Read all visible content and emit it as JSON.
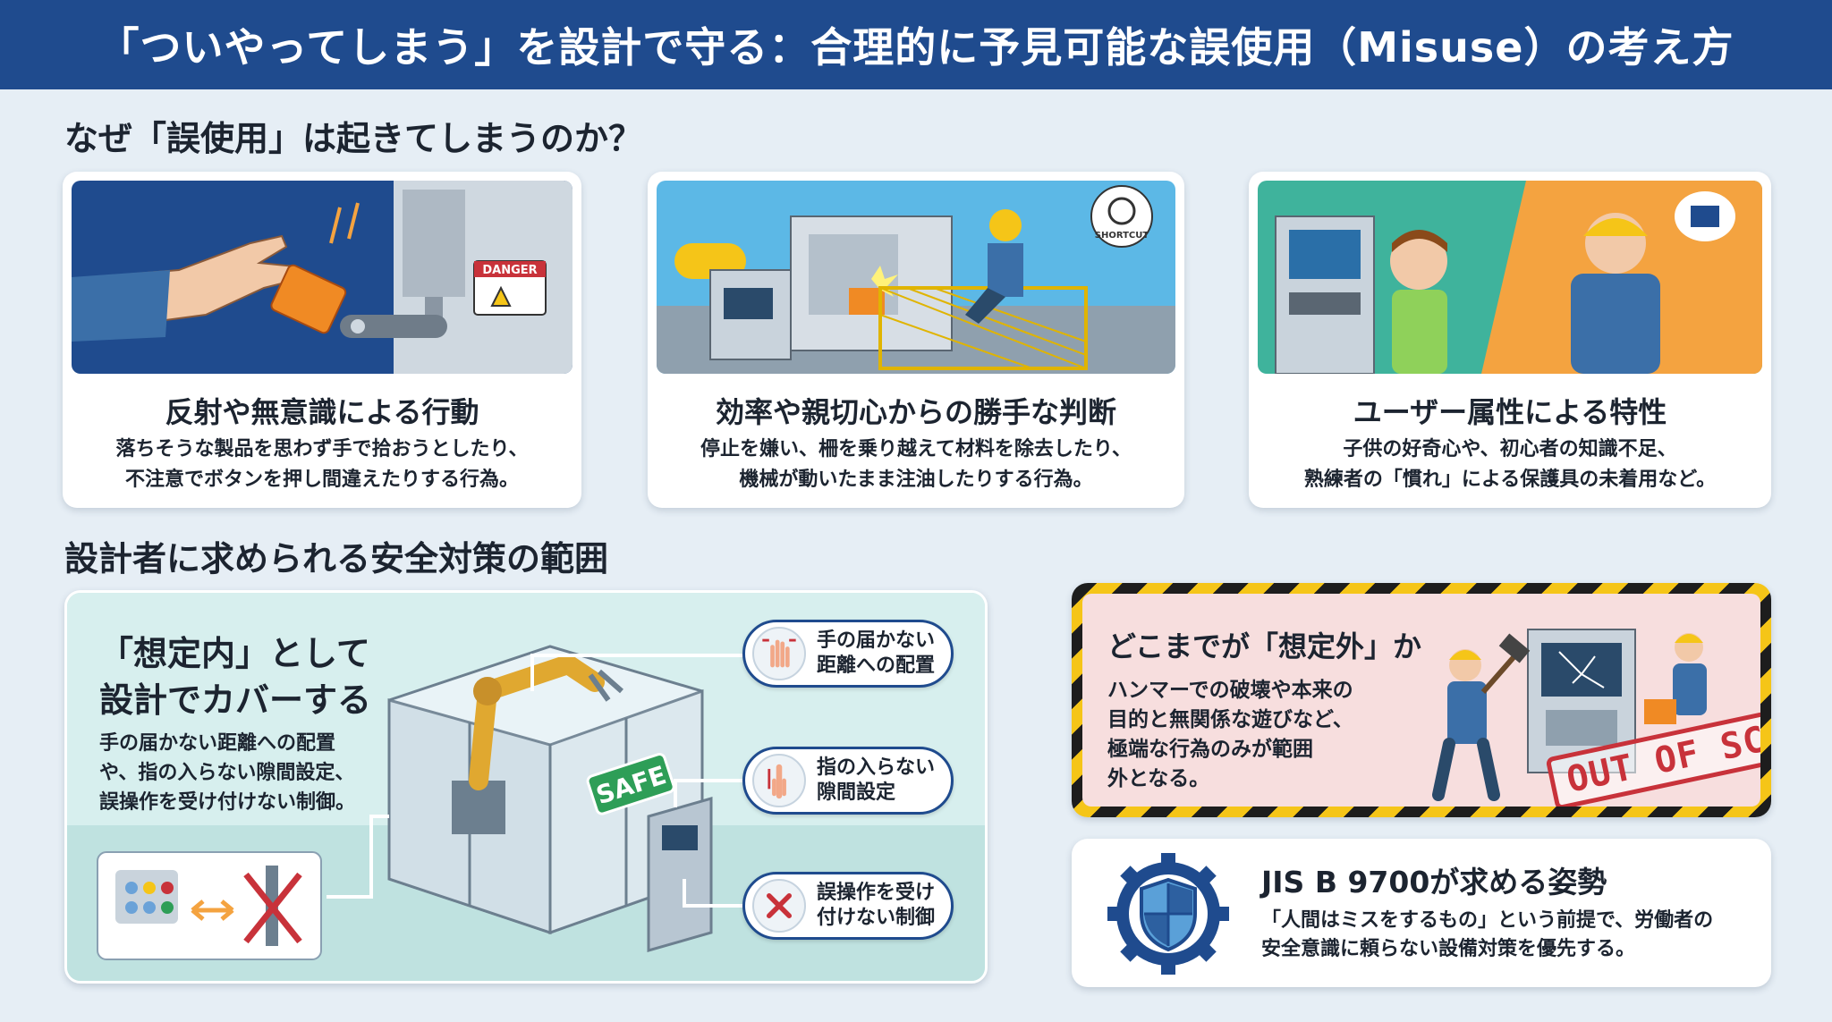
{
  "header": {
    "title": "「ついやってしまう」を設計で守る：合理的に予見可能な誤使用（Misuse）の考え方"
  },
  "section1": {
    "title": "なぜ「誤使用」は起きてしまうのか？"
  },
  "cards": [
    {
      "title": "反射や無意識による行動",
      "desc": [
        "落ちそうな製品を思わず手で拾おうとしたり、",
        "不注意でボタンを押し間違えたりする行為。"
      ],
      "art_label": "DANGER"
    },
    {
      "title": "効率や親切心からの勝手な判断",
      "desc": [
        "停止を嫌い、柵を乗り越えて材料を除去したり、",
        "機械が動いたまま注油したりする行為。"
      ],
      "art_label": "SHORTCUT"
    },
    {
      "title": "ユーザー属性による特性",
      "desc": [
        "子供の好奇心や、初心者の知識不足、",
        "熟練者の「慣れ」による保護具の未着用など。"
      ]
    }
  ],
  "section2": {
    "title": "設計者に求められる安全対策の範囲"
  },
  "cover": {
    "title": [
      "「想定内」として",
      "設計でカバーする"
    ],
    "desc": [
      "手の届かない距離への配置",
      "や、指の入らない隙間設定、",
      "誤操作を受け付けない制御。"
    ],
    "safe_label": "SAFE",
    "pills": [
      {
        "lines": [
          "手の届かない",
          "距離への配置"
        ]
      },
      {
        "lines": [
          "指の入らない",
          "隙間設定"
        ]
      },
      {
        "lines": [
          "誤操作を受け",
          "付けない制御"
        ]
      }
    ]
  },
  "scope": {
    "title": "どこまでが「想定外」か",
    "desc": [
      "ハンマーでの破壊や本来の",
      "目的と無関係な遊びなど、",
      "極端な行為のみが範囲",
      "外となる。"
    ],
    "stamp": "OUT OF SCOPE"
  },
  "jis": {
    "title": "JIS B 9700が求める姿勢",
    "desc": [
      "「人間はミスをするもの」という前提で、労働者の",
      "安全意識に頼らない設備対策を優先する。"
    ]
  },
  "colors": {
    "header": "#1f4b8e",
    "accent_orange": "#f4a340",
    "danger_red": "#c8323a",
    "safe_green": "#2e9e57"
  }
}
